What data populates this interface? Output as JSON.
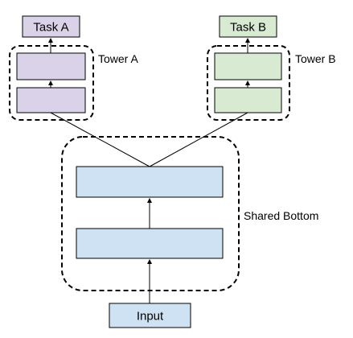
{
  "colors": {
    "task_a_fill": "#d9d2e9",
    "task_b_fill": "#d9ead3",
    "tower_a_layer_fill": "#d9d2e9",
    "tower_b_layer_fill": "#d9ead3",
    "shared_layer_fill": "#cfe2f3",
    "input_fill": "#cfe2f3",
    "stroke": "#000000"
  },
  "nodes": {
    "task_a": "Task A",
    "task_b": "Task B",
    "input": "Input"
  },
  "groups": {
    "tower_a": "Tower A",
    "tower_b": "Tower B",
    "shared_bottom": "Shared Bottom"
  }
}
